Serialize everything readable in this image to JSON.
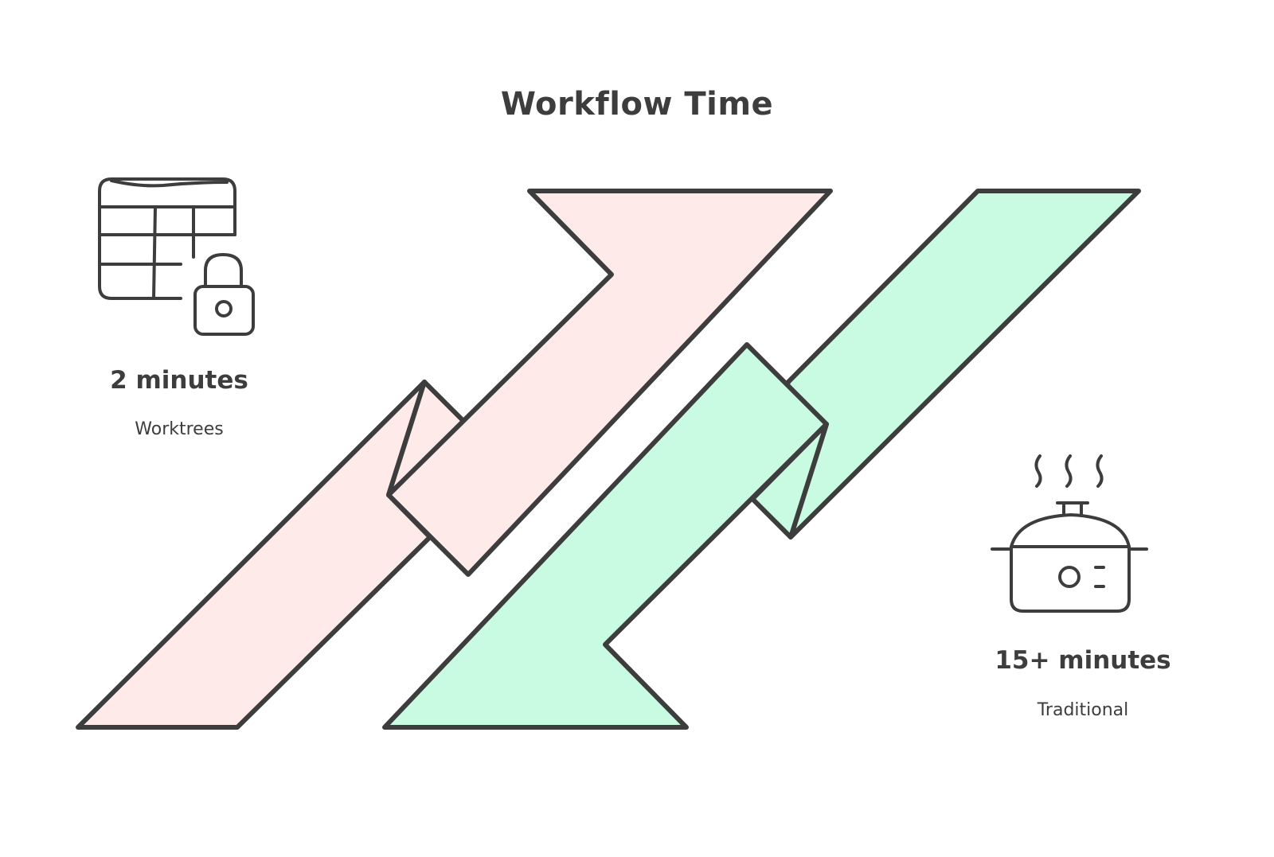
{
  "diagram": {
    "title": "Workflow Time",
    "colors": {
      "stroke": "#3d3d3d",
      "worktrees_fill": "#ffeaea",
      "traditional_fill": "#c8fbe2",
      "background": "#ffffff"
    },
    "items": [
      {
        "id": "worktrees",
        "value": "2 minutes",
        "label": "Worktrees",
        "icon": "table-lock-icon",
        "arrow_direction": "up"
      },
      {
        "id": "traditional",
        "value": "15+ minutes",
        "label": "Traditional",
        "icon": "cooking-pot-icon",
        "arrow_direction": "down"
      }
    ]
  }
}
